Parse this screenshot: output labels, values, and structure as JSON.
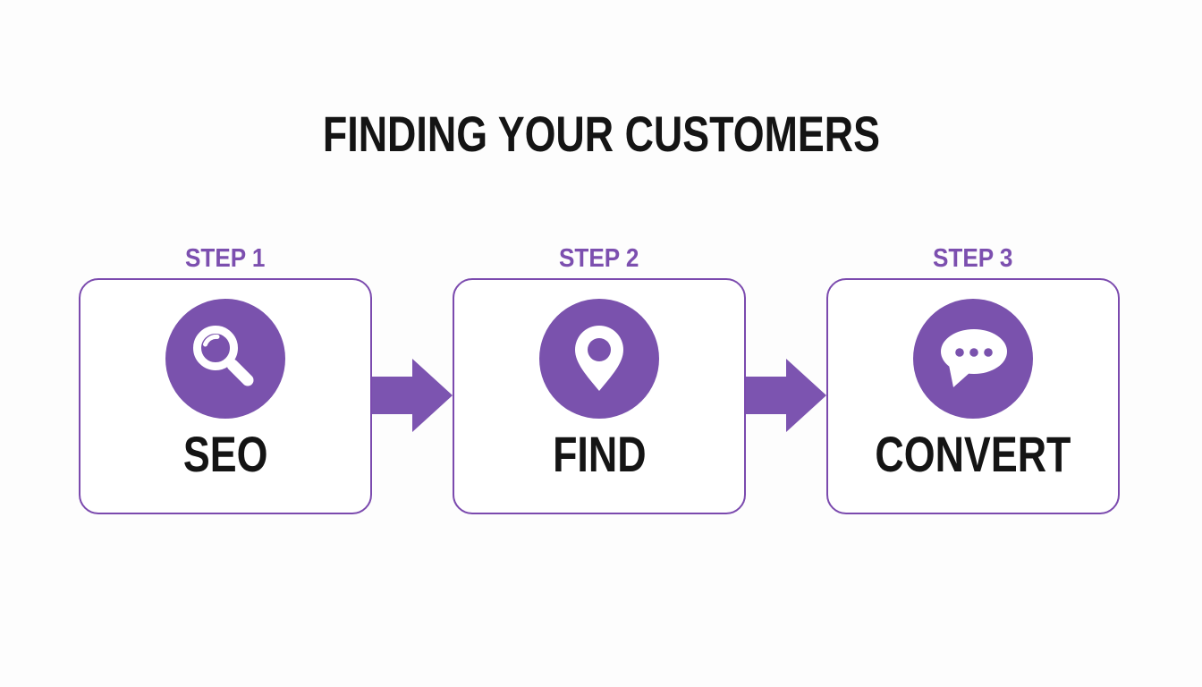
{
  "title": "FINDING YOUR CUSTOMERS",
  "colors": {
    "purple_fill": "#7a52ad",
    "purple_border": "#7b4aae",
    "purple_label_text": "#7c4faf",
    "arrow_purple": "#7c54b0",
    "text_black": "#141414",
    "background": "#fdfdfd",
    "icon_white": "#ffffff"
  },
  "steps": [
    {
      "step_label": "STEP 1",
      "title": "SEO",
      "icon": "magnifier-icon"
    },
    {
      "step_label": "STEP 2",
      "title": "FIND",
      "icon": "location-pin-icon"
    },
    {
      "step_label": "STEP 3",
      "title": "CONVERT",
      "icon": "chat-bubble-icon"
    }
  ],
  "connectors": [
    {
      "icon": "arrow-right-icon",
      "direction": "right"
    },
    {
      "icon": "arrow-right-icon",
      "direction": "right"
    }
  ]
}
